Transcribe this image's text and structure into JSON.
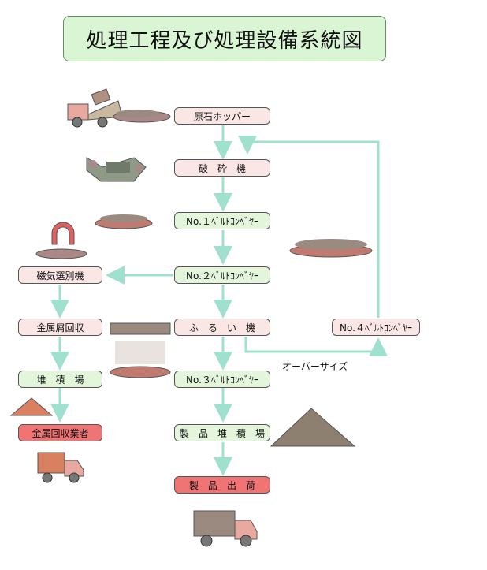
{
  "title": "処理工程及び処理設備系統図",
  "nodes": {
    "raw_hopper": "原石ホッパー",
    "crusher": "破　砕　機",
    "conv1": "No.１ﾍﾞﾙﾄｺﾝﾍﾞﾔｰ",
    "conv2": "No.２ﾍﾞﾙﾄｺﾝﾍﾞﾔｰ",
    "screen": "ふ　る　い　機",
    "conv3": "No.３ﾍﾞﾙﾄｺﾝﾍﾞﾔｰ",
    "product_yard": "製　品　堆　積　場",
    "product_ship": "製　品　出　荷",
    "conv4": "No.４ﾍﾞﾙﾄｺﾝﾍﾞﾔｰ",
    "magnet": "磁気選別機",
    "metal_recovery": "金属屑回収",
    "yard": "堆　積　場",
    "metal_dealer": "金属回収業者"
  },
  "oversize_label": "オーバーサイズ",
  "colors": {
    "title_bg": "#d9f5d3",
    "node_pink": "#fbe6e6",
    "node_green": "#e3f6dc",
    "node_red": "#f07474",
    "arrow": "#9fe0cf"
  },
  "icons": [
    "dump-truck-icon",
    "crusher-icon",
    "conveyor-icon",
    "magnet-icon",
    "conveyor-icon",
    "screen-icon",
    "pile-icon",
    "pile-icon",
    "truck-icon",
    "truck-icon"
  ]
}
